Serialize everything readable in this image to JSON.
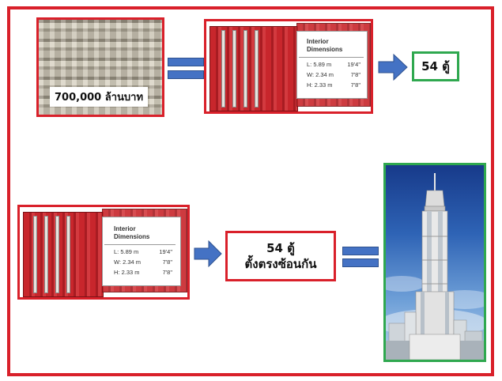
{
  "top_row": {
    "money_label": "700,000 ล้านบาท",
    "container": {
      "title_line1": "Interior",
      "title_line2": "Dimensions",
      "rows": [
        {
          "dim": "L:  5.89 m",
          "imperial": "19'4\""
        },
        {
          "dim": "W:  2.34 m",
          "imperial": "7'8\""
        },
        {
          "dim": "H:  2.33 m",
          "imperial": "7'8\""
        }
      ]
    },
    "result": "54 ตู้"
  },
  "bottom_row": {
    "container": {
      "title_line1": "Interior",
      "title_line2": "Dimensions",
      "rows": [
        {
          "dim": "L:  5.89 m",
          "imperial": "19'4\""
        },
        {
          "dim": "W:  2.34 m",
          "imperial": "7'8\""
        },
        {
          "dim": "H:  2.33 m",
          "imperial": "7'8\""
        }
      ]
    },
    "stack_line1": "54 ตู้",
    "stack_line2": "ตั้งตรงซ้อนกัน"
  },
  "colors": {
    "frame": "#d9202a",
    "arrow": "#4472c4",
    "result_border": "#2fa84f",
    "container": "#c8262c"
  }
}
